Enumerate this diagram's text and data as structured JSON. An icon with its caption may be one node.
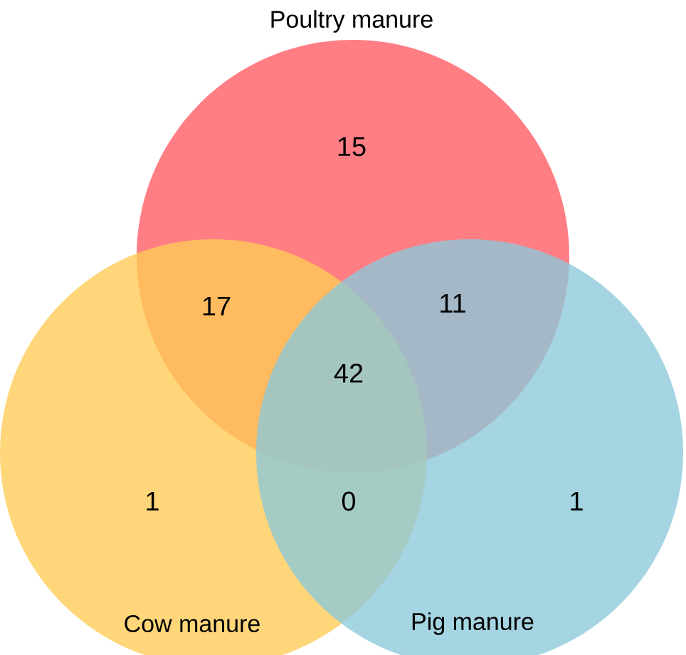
{
  "diagram": {
    "nodes": [
      {
        "text": [
          "Poultry manure"
        ]
      },
      {
        "text": [
          "Cow manure"
        ]
      },
      {
        "text": [
          "Pig manure"
        ]
      }
    ],
    "labels": [
      "15",
      "17",
      "11",
      "42",
      "1",
      "0",
      "1"
    ]
  }
}
